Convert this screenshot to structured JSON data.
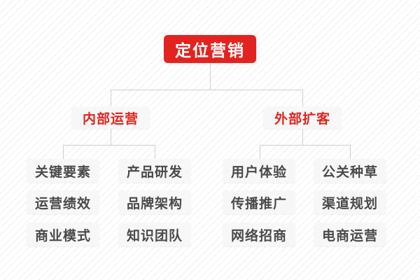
{
  "diagram": {
    "type": "org-chart",
    "root": {
      "label": "定位营销"
    },
    "branches": [
      {
        "label": "内部运营",
        "children": [
          "关键要素",
          "产品研发",
          "运营绩效",
          "品牌架构",
          "商业模式",
          "知识团队"
        ]
      },
      {
        "label": "外部扩客",
        "children": [
          "用户体验",
          "公关种草",
          "传播推广",
          "渠道规划",
          "网络招商",
          "电商运营"
        ]
      }
    ],
    "colors": {
      "root_bg": "#e3231f",
      "root_text": "#ffffff",
      "branch_text": "#e0241d",
      "leaf_text": "#4a4a4a",
      "node_bg": "#f7f7f7",
      "connector": "#cfcfcf",
      "background_stripe": "#f0f0f2"
    }
  }
}
